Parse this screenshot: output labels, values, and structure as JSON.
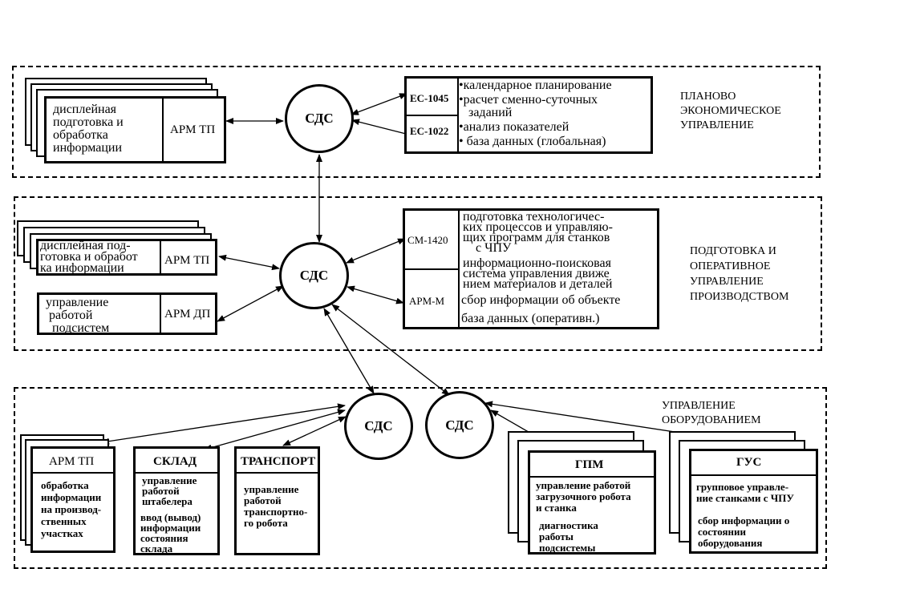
{
  "sds_label": "СДС",
  "top": {
    "section_title": "ПЛАНОВО\nЭКОНОМИЧЕСКОЕ\nУПРАВЛЕНИЕ",
    "left_text": "дисплейная\nподготовка и\nобработка\nинформации",
    "arm": "АРМ ТП",
    "computer1": "ЕС-1045",
    "computer2": "ЕС-1022",
    "functions": [
      "•календарное планирование",
      "•расчет сменно-суточных\n   заданий",
      "•анализ показателей",
      "• база данных (глобальная)"
    ]
  },
  "middle": {
    "section_title": "ПОДГОТОВКА И\nОПЕРАТИВНОЕ\nУПРАВЛЕНИЕ\nПРОИЗВОДСТВОМ",
    "left1_text": "дисплейная под-\nготовка и обработ\nка информации",
    "arm1": "АРМ ТП",
    "left2_text": "управление\n работой\n  подсистем",
    "arm2": "АРМ ДП",
    "computer1": "СМ-1420",
    "computer2": "АРМ-М",
    "functions1": "подготовка технологичес-\nких процессов и управляю-\nщих программ для станков\n    с ЧПУ",
    "functions2": "информационно-поисковая\nсистема управления движе\nнием материалов и деталей",
    "functions3": "сбор информации об объекте",
    "functions4": "база данных (оперативн.)"
  },
  "bottom": {
    "section_title": "УПРАВЛЕНИЕ\nОБОРУДОВАНИЕМ",
    "arm_title": "АРМ ТП",
    "arm_text": "обработка\nинформации\nна производ-\nственных\nучастках",
    "sklad_title": "СКЛАД",
    "sklad_text1": "управление\nработой\nштабелера",
    "sklad_text2": "ввод (вывод)\nинформации\nсостояния\nсклада",
    "transport_title": "ТРАНСПОРТ",
    "transport_text": "управление\nработой\nтранспортно-\nго робота",
    "gpm_title": "ГПМ",
    "gpm_text1": "управление работой\nзагрузочного робота\nи станка",
    "gpm_text2": "диагностика\nработы\nподсистемы",
    "gus_title": "ГУС",
    "gus_text1": "групповое управле-\nние станками с ЧПУ",
    "gus_text2": "сбор информации о\nсостоянии\nоборудования"
  }
}
